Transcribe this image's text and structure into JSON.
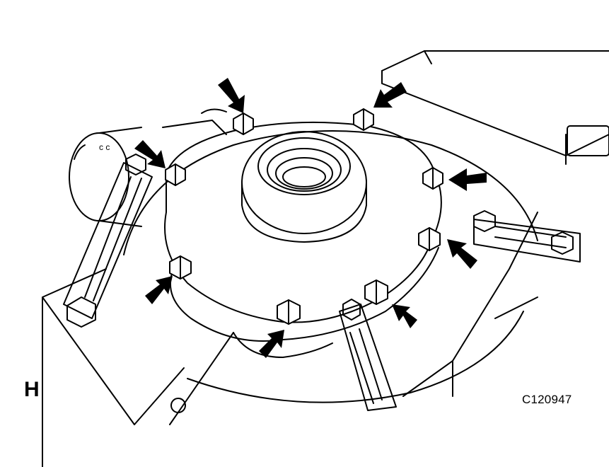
{
  "figure": {
    "view_letter": "H",
    "figure_code": "C120947",
    "line_color": "#000000",
    "background_color": "#ffffff",
    "callout": {
      "icon": "arrow-icon",
      "count": 8
    },
    "bolt_icon": "hex-bolt-icon"
  }
}
